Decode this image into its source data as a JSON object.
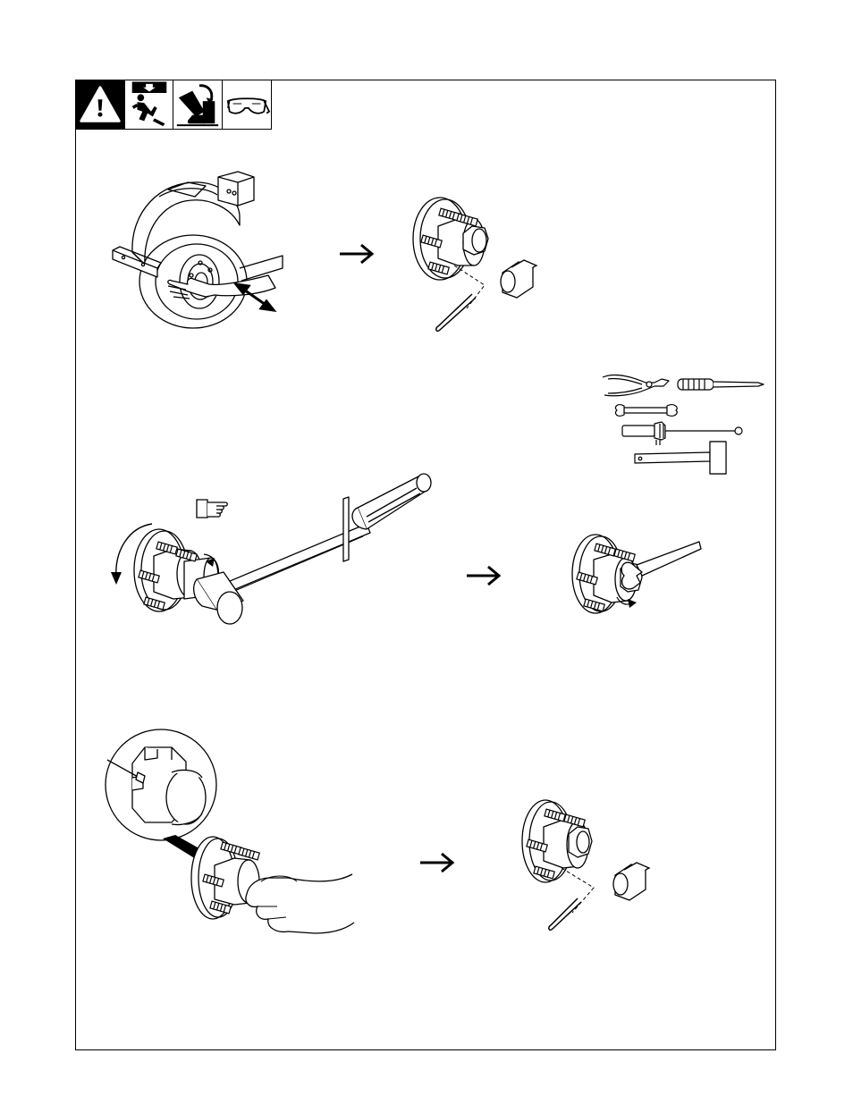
{
  "page": {
    "title": "",
    "safety_icons": [
      {
        "icon": "warning-triangle-icon"
      },
      {
        "icon": "falling-equipment-icon"
      },
      {
        "icon": "crushing-hazard-icon"
      },
      {
        "icon": "safety-glasses-icon"
      }
    ]
  },
  "steps": [
    {
      "id": 1,
      "figures": [
        "trailer-wheel-with-fender",
        "hub-with-cap-and-cotter-pin"
      ]
    },
    {
      "id": 2,
      "figures": [
        "torque-wrench-on-hub",
        "hub-with-open-end-wrench",
        "tool-set"
      ]
    },
    {
      "id": 3,
      "figures": [
        "hub-nut-with-cotter-pin-detail",
        "hub-reassembled-with-cap"
      ]
    }
  ],
  "tools": [
    {
      "icon": "pliers-icon"
    },
    {
      "icon": "screwdriver-icon"
    },
    {
      "icon": "open-end-wrench-icon"
    },
    {
      "icon": "torque-wrench-icon"
    },
    {
      "icon": "mallet-icon"
    }
  ],
  "colors": {
    "ink": "#000000",
    "paper": "#ffffff"
  }
}
